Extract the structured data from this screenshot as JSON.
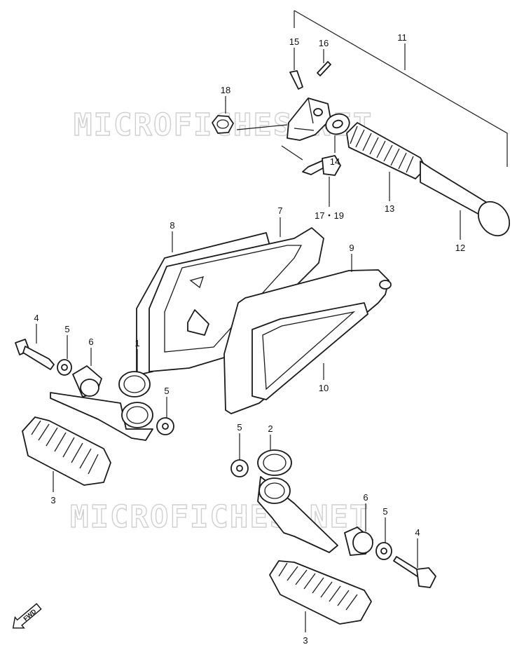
{
  "watermark": {
    "text": "MICROFICHES.NET"
  },
  "direction_marker": {
    "label": "FWD"
  },
  "callouts": [
    {
      "id": "c15",
      "label": "15"
    },
    {
      "id": "c16",
      "label": "16"
    },
    {
      "id": "c11",
      "label": "11"
    },
    {
      "id": "c18",
      "label": "18"
    },
    {
      "id": "c14",
      "label": "14"
    },
    {
      "id": "c17-19",
      "label": "17・19"
    },
    {
      "id": "c13",
      "label": "13"
    },
    {
      "id": "c12",
      "label": "12"
    },
    {
      "id": "c8",
      "label": "8"
    },
    {
      "id": "c7",
      "label": "7"
    },
    {
      "id": "c9",
      "label": "9"
    },
    {
      "id": "c4a",
      "label": "4"
    },
    {
      "id": "c5a",
      "label": "5"
    },
    {
      "id": "c6a",
      "label": "6"
    },
    {
      "id": "c1",
      "label": "1"
    },
    {
      "id": "c5b",
      "label": "5"
    },
    {
      "id": "c10",
      "label": "10"
    },
    {
      "id": "c3a",
      "label": "3"
    },
    {
      "id": "c5c",
      "label": "5"
    },
    {
      "id": "c2",
      "label": "2"
    },
    {
      "id": "c6b",
      "label": "6"
    },
    {
      "id": "c5d",
      "label": "5"
    },
    {
      "id": "c4b",
      "label": "4"
    },
    {
      "id": "c3b",
      "label": "3"
    }
  ]
}
